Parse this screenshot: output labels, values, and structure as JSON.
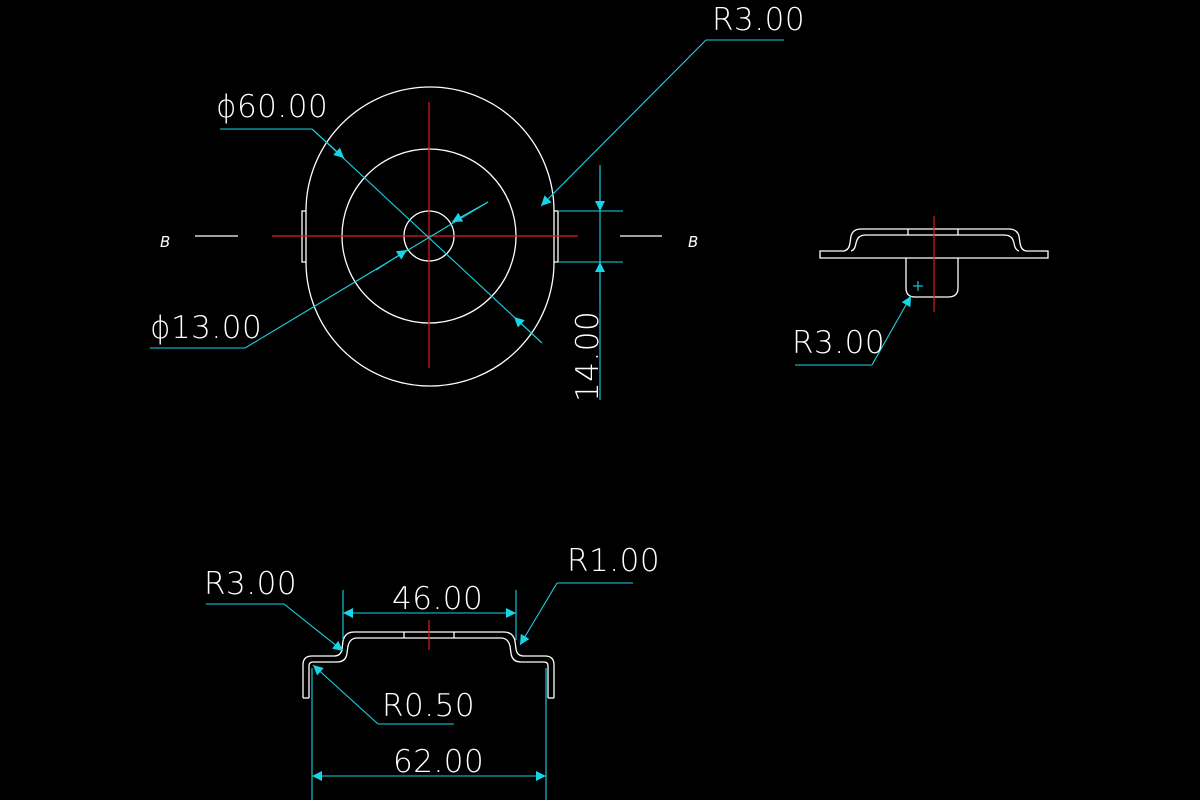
{
  "drawing": {
    "colors": {
      "background": "#000000",
      "geometry": "#ffffff",
      "centerline": "#e01a1a",
      "dimension": "#19d3e6"
    },
    "section_marker": "B",
    "section_marker_right": "B",
    "top_view": {
      "dim_outer_diameter": "ϕ60.00",
      "dim_inner_diameter": "ϕ13.00",
      "dim_tab_radius": "R3.00",
      "dim_tab_width": "14.00"
    },
    "side_view": {
      "dim_radius": "R3.00"
    },
    "front_view": {
      "dim_left_radius": "R3.00",
      "dim_right_radius": "R1.00",
      "dim_inner_radius": "R0.50",
      "dim_top_width": "46.00",
      "dim_overall_width": "62.00"
    }
  }
}
